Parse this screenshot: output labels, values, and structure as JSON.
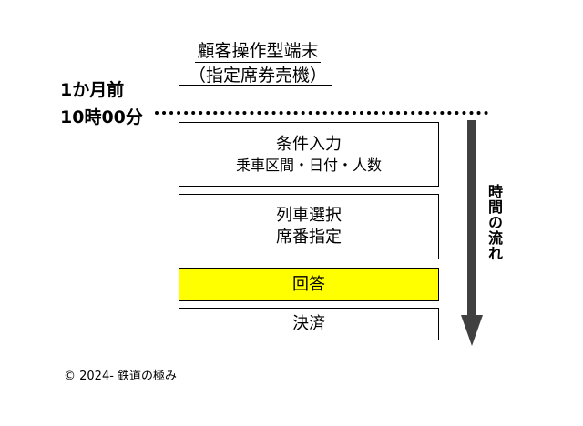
{
  "title": {
    "line1": "顧客操作型端末",
    "line2": "（指定席券売機）"
  },
  "time": {
    "line1": "1か月前",
    "line2": "10時00分"
  },
  "steps": [
    {
      "label": "条件入力",
      "sub": "乗車区間・日付・人数",
      "fill": "#ffffff"
    },
    {
      "label": "列車選択",
      "sub": "席番指定",
      "fill": "#ffffff"
    },
    {
      "label": "回答",
      "sub": "",
      "fill": "#ffff00"
    },
    {
      "label": "決済",
      "sub": "",
      "fill": "#ffffff"
    }
  ],
  "flow_label": "時間の流れ",
  "arrow_color": "#404040",
  "copyright": "© 2024- 鉄道の極み"
}
